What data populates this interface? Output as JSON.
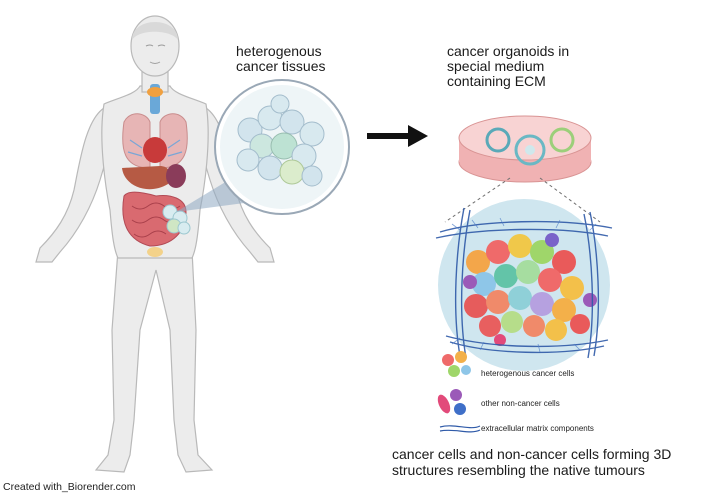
{
  "labels": {
    "tissue": [
      "heterogenous",
      "cancer tissues"
    ],
    "organoids": [
      "cancer organoids in",
      "special medium",
      "containing ECM"
    ],
    "caption": [
      "cancer cells and non-cancer cells forming 3D",
      "structures resembling the native tumours"
    ],
    "credit": "Created with_Biorender.com"
  },
  "legend": [
    {
      "label": "heterogenous cancer cells"
    },
    {
      "label": "other non-cancer cells"
    },
    {
      "label": "extracellular matrix components"
    }
  ],
  "colors": {
    "skin": "#ececec",
    "skin_outline": "#b9b9b9",
    "lungs": "#e7b5b5",
    "liver": "#b65a44",
    "intestine": "#d96a70",
    "dish": "#f0b2b3",
    "ecm": "#2f5aa8",
    "magnifier": "#e4f0f3",
    "arrow": "#111111"
  }
}
